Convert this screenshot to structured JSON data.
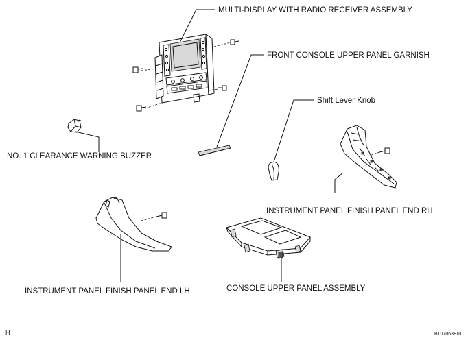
{
  "labels": {
    "multi_display": "MULTI-DISPLAY WITH RADIO RECEIVER ASSEMBLY",
    "front_console_garnish": "FRONT CONSOLE UPPER PANEL GARNISH",
    "shift_lever_knob": "Shift Lever Knob",
    "clearance_buzzer": "NO. 1 CLEARANCE WARNING BUZZER",
    "finish_panel_rh": "INSTRUMENT PANEL FINISH PANEL END RH",
    "finish_panel_lh": "INSTRUMENT PANEL FINISH PANEL END LH",
    "console_upper_panel": "CONSOLE UPPER PANEL ASSEMBLY"
  },
  "corner_mark": "H",
  "figure_id": "B107063E01"
}
